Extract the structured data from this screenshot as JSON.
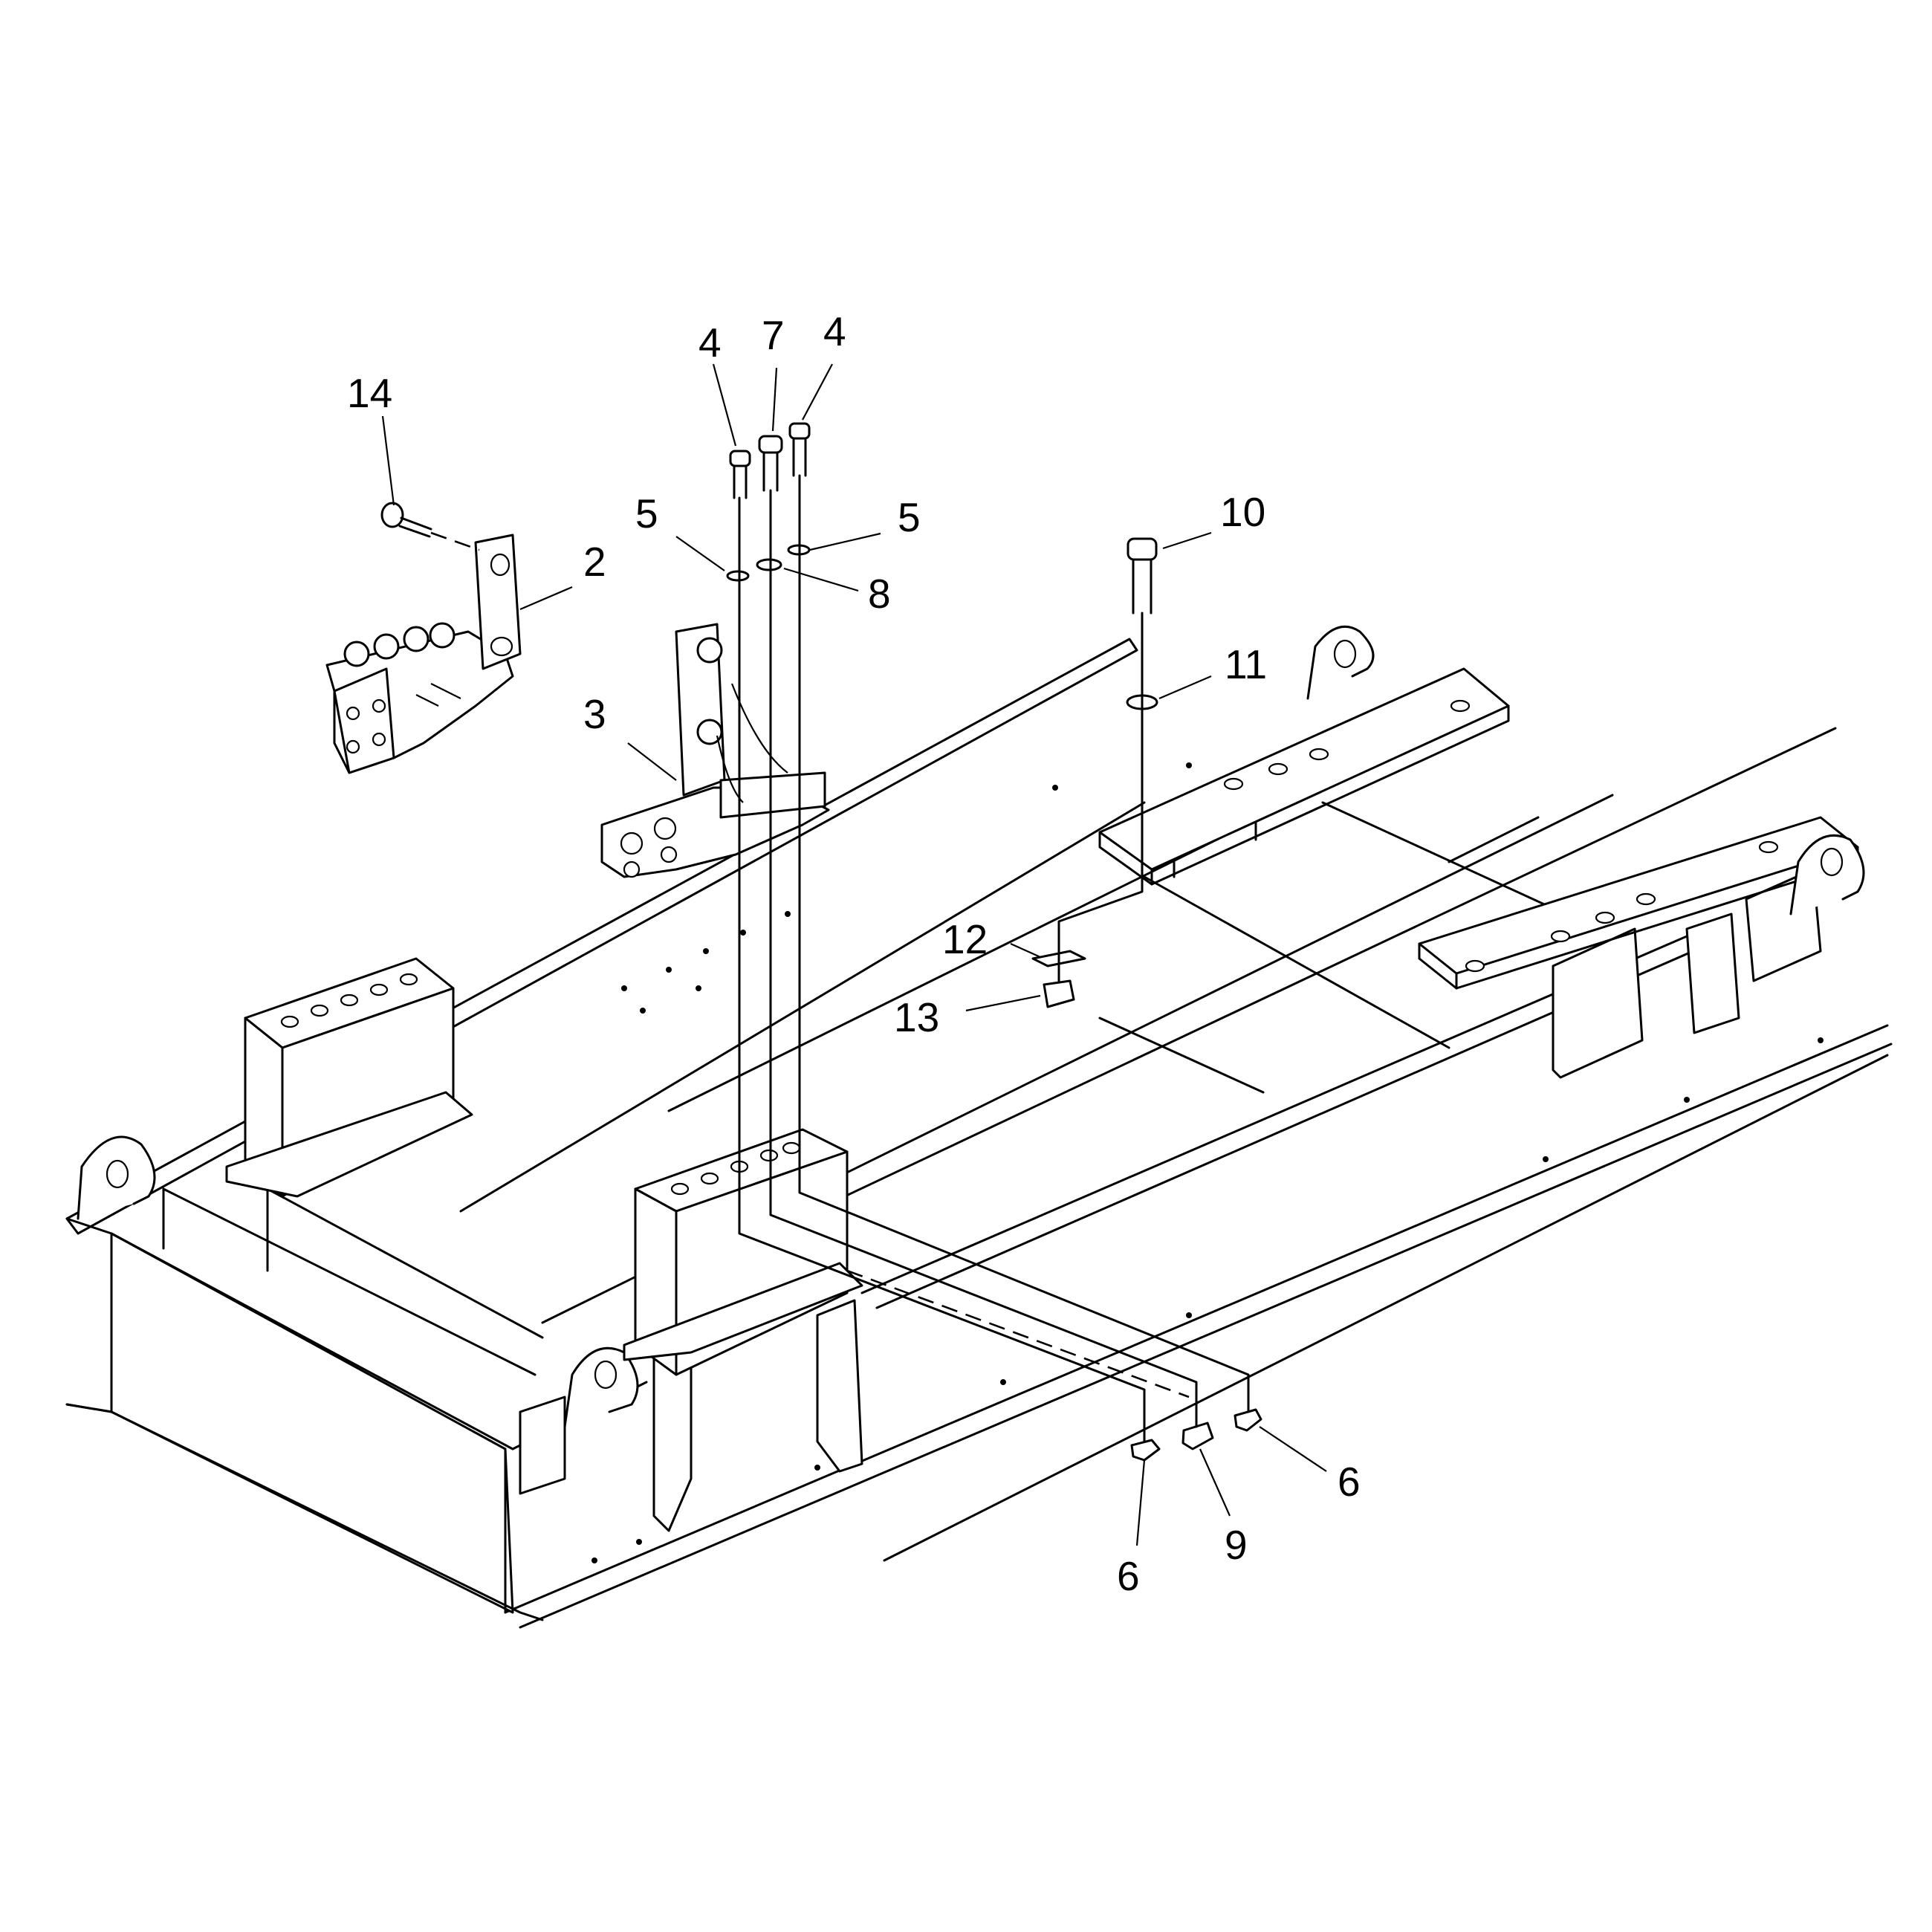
{
  "callouts": [
    {
      "id": "c14",
      "label": "14"
    },
    {
      "id": "c2",
      "label": "2"
    },
    {
      "id": "c3",
      "label": "3"
    },
    {
      "id": "c4a",
      "label": "4"
    },
    {
      "id": "c7",
      "label": "7"
    },
    {
      "id": "c4b",
      "label": "4"
    },
    {
      "id": "c5a",
      "label": "5"
    },
    {
      "id": "c5b",
      "label": "5"
    },
    {
      "id": "c8",
      "label": "8"
    },
    {
      "id": "c10",
      "label": "10"
    },
    {
      "id": "c11",
      "label": "11"
    },
    {
      "id": "c12",
      "label": "12"
    },
    {
      "id": "c13",
      "label": "13"
    },
    {
      "id": "c6a",
      "label": "6"
    },
    {
      "id": "c9",
      "label": "9"
    },
    {
      "id": "c6b",
      "label": "6"
    }
  ]
}
